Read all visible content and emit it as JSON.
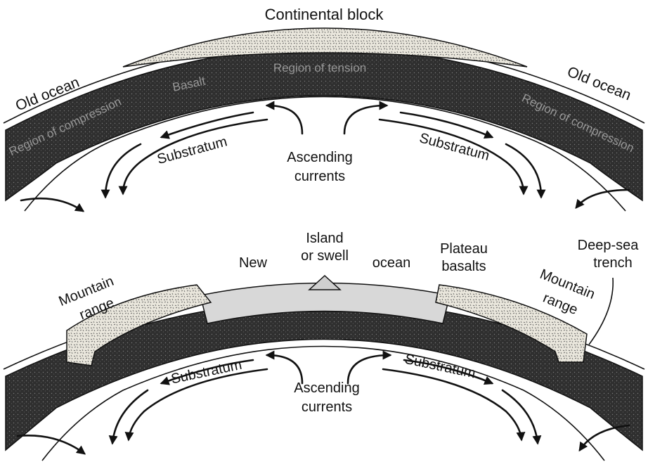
{
  "top_panel": {
    "continental_block": "Continental block",
    "old_ocean_left": "Old ocean",
    "old_ocean_right": "Old ocean",
    "region_compression_left": "Region of compression",
    "region_compression_right": "Region of compression",
    "basalt": "Basalt",
    "region_tension": "Region of tension",
    "substratum_left": "Substratum",
    "substratum_right": "Substratum",
    "ascending": "Ascending",
    "currents": "currents"
  },
  "bottom_panel": {
    "mountain_range_left_1": "Mountain",
    "mountain_range_left_2": "range",
    "new": "New",
    "island_1": "Island",
    "island_2": "or swell",
    "ocean": "ocean",
    "plateau_1": "Plateau",
    "plateau_2": "basalts",
    "deep_sea_1": "Deep-sea",
    "deep_sea_2": "trench",
    "mountain_range_right_1": "Mountain",
    "mountain_range_right_2": "range",
    "substratum_left": "Substratum",
    "substratum_right": "Substratum",
    "ascending": "Ascending",
    "currents": "currents"
  },
  "colors": {
    "crust": "#2f2f2f",
    "continent": "#e9e6dc",
    "line": "#111111"
  }
}
